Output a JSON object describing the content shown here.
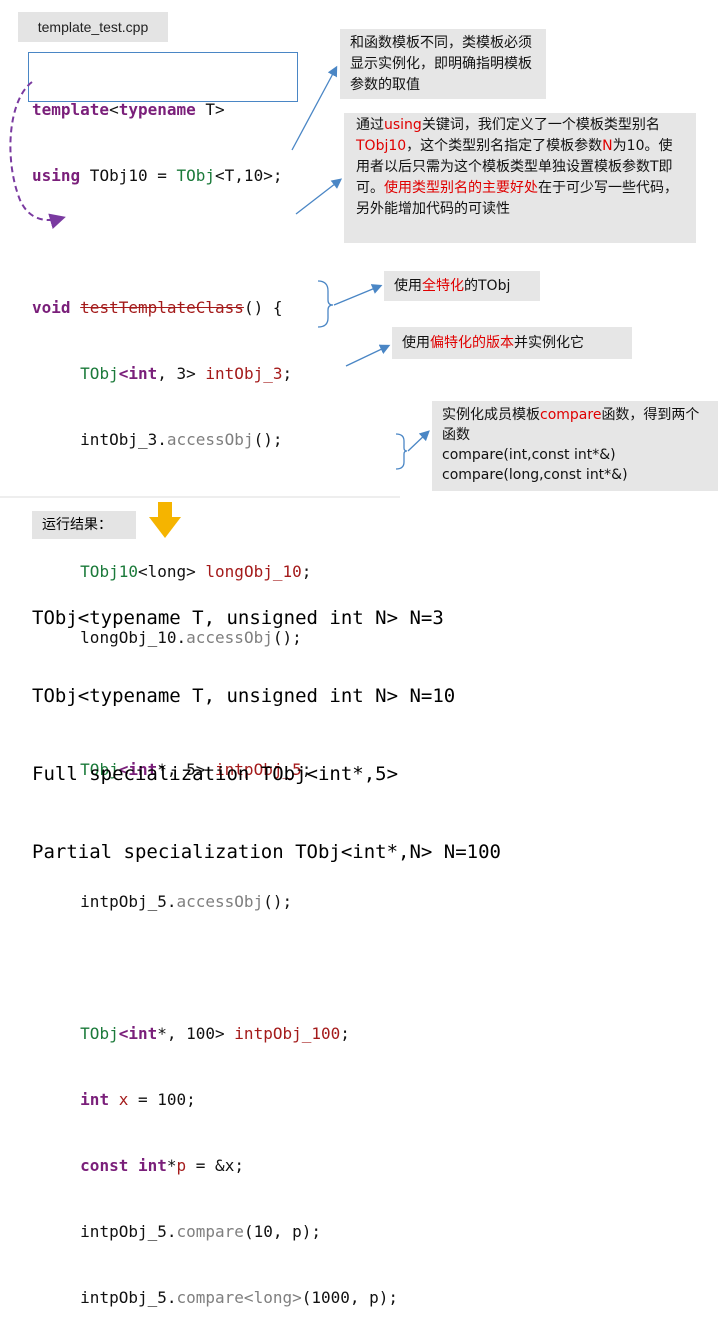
{
  "file_tab": "template_test.cpp",
  "code": {
    "l1": {
      "kw": "template",
      "lt": "<",
      "kw2": "typename",
      "rest": " T>"
    },
    "l2": {
      "kw": "using",
      "name": " TObj10 = ",
      "ty": "TObj",
      "rest": "<T,10>;"
    },
    "l3": {
      "kw": "void",
      "fn": "testTemplateClass",
      "rest": "() {"
    },
    "l4": {
      "ty": "TObj",
      "kw": "<int",
      "rest": ", 3> ",
      "vr": "intObj_3",
      "end": ";"
    },
    "l5": {
      "a": "intObj_3.",
      "fn": "accessObj",
      "b": "();"
    },
    "l6": {
      "ty": "TObj10",
      "rest": "<long> ",
      "vr": "longObj_10",
      "end": ";"
    },
    "l7": {
      "a": "longObj_10.",
      "fn": "accessObj",
      "b": "();"
    },
    "l8": {
      "ty": "TObj",
      "kw": "<int",
      "rest": "*, 5> ",
      "vr": "intpObj_5",
      "end": ";"
    },
    "l9": {
      "a": "intpObj_5.",
      "fn": "accessObj",
      "b": "();"
    },
    "l10": {
      "ty": "TObj",
      "kw": "<int",
      "rest": "*, 100> ",
      "vr": "intpObj_100",
      "end": ";"
    },
    "l11": {
      "kw": "int",
      "vr": " x",
      "rest": " = 100;"
    },
    "l12": {
      "kw": "const int",
      "rest": "*",
      "vr": "p",
      "end": " = &x;"
    },
    "l13": {
      "a": "intpObj_5.",
      "fn": "compare",
      "b": "(10, p);"
    },
    "l14": {
      "a": "intpObj_5.",
      "fn": "compare<long>",
      "b": "(1000, p);"
    },
    "l15": "}"
  },
  "notes": {
    "n1": "和函数模板不同，类模板必须显示实例化，即明确指明模板参数的取值",
    "n2": {
      "p1": "通过",
      "r1": "using",
      "p2": "关键词，我们定义了一个模板类型别名",
      "r2": "TObj10",
      "p3": "，这个类型别名指定了模板参数",
      "r3": "N",
      "p4": "为10。使用者以后只需为这个模板类型单独设置模板参数T即可。",
      "r4": "使用类型别名的主要好处",
      "p5": "在于可少写一些代码，另外能增加代码的可读性"
    },
    "n3": {
      "p1": "使用",
      "r1": "全特化",
      "p2": "的TObj"
    },
    "n4": {
      "p1": "使用",
      "r1": "偏特化的版本",
      "p2": "并实例化它"
    },
    "n5": {
      "p1": "实例化成员模板",
      "r1": "compare",
      "p2": "函数，得到两个函数",
      "l2": "compare(int,const int*&)",
      "l3": "compare(long,const int*&)"
    }
  },
  "result_label": "运行结果：",
  "output": [
    "TObj<typename T, unsigned int N> N=3",
    "TObj<typename T, unsigned int N> N=10",
    "Full specialization TObj<int*,5>",
    "Partial specialization TObj<int*,N> N=100"
  ],
  "colors": {
    "keyword": "#7a1f7a",
    "type": "#1b7a3a",
    "variable": "#a41b1b",
    "emphasis": "#e00000",
    "arrow": "#4a86c5",
    "dashed_arrow": "#7a3aa0",
    "down_arrow": "#f5b400"
  }
}
